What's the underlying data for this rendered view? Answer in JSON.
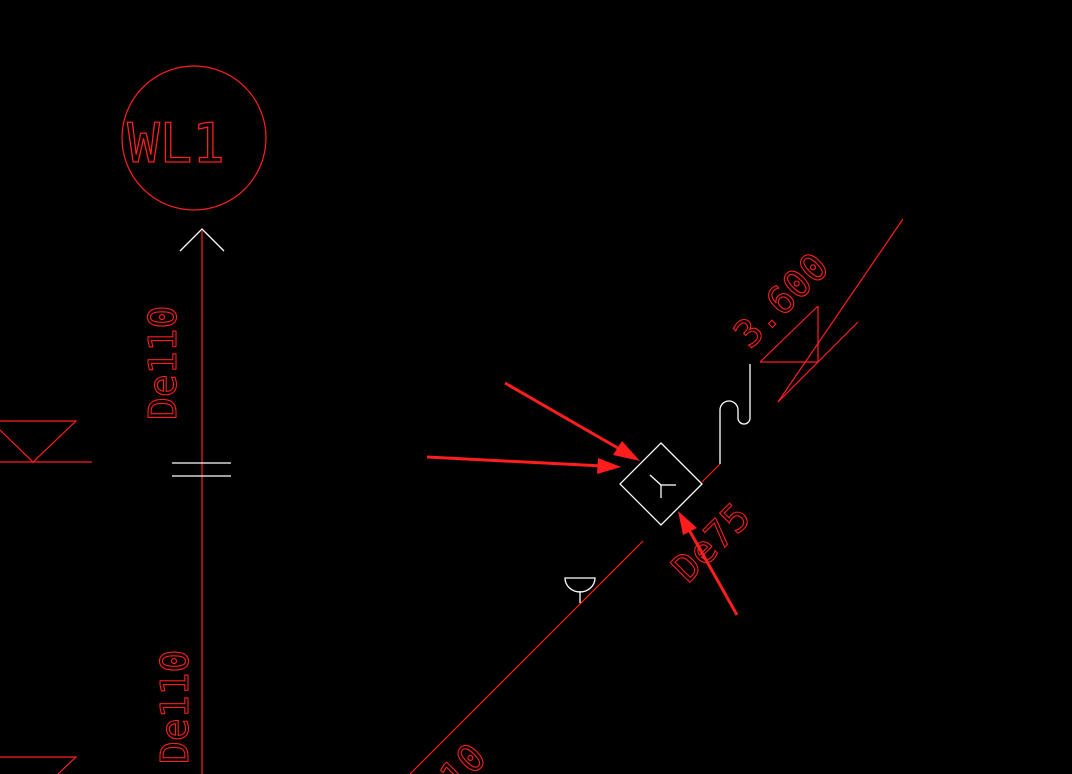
{
  "colors": {
    "background": "#000000",
    "line": "#ff1e1e",
    "white": "#ffffff",
    "arrow": "#ff1e1e"
  },
  "pipe_tag": {
    "label": "WL1"
  },
  "vertical_pipe": {
    "size_label_upper": "De110",
    "size_label_lower": "De110"
  },
  "branch_pipe": {
    "size_label": "De75",
    "partial_label_bottom": "10"
  },
  "elevation": {
    "value": "3.600"
  }
}
